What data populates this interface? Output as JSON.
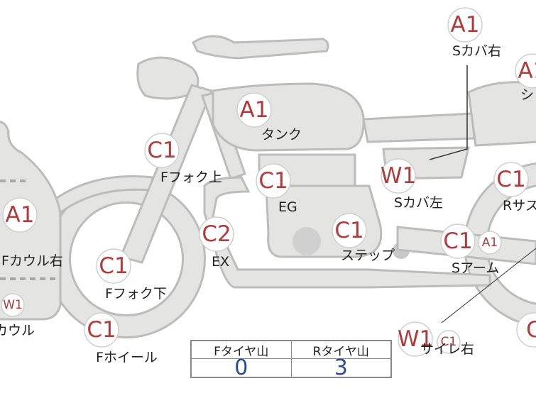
{
  "parts": [
    {
      "id": "tank",
      "grade": "A1",
      "label": "タンク"
    },
    {
      "id": "f-fork-upper",
      "grade": "C1",
      "label": "Fフォク上"
    },
    {
      "id": "eg",
      "grade": "C1",
      "label": "EG"
    },
    {
      "id": "s-cover-left",
      "grade": "W1",
      "label": "Sカバ左"
    },
    {
      "id": "s-cover-right",
      "grade": "A1",
      "label": "Sカバ右"
    },
    {
      "id": "seat",
      "grade": "A1",
      "label": "シ"
    },
    {
      "id": "r-suspension",
      "grade": "C1",
      "label": "Rサス"
    },
    {
      "id": "f-cowl-right",
      "grade": "A1",
      "label": "Fカウル右"
    },
    {
      "id": "ex",
      "grade": "C2",
      "label": "EX"
    },
    {
      "id": "step",
      "grade": "C1",
      "label": "ステップ"
    },
    {
      "id": "s-arm",
      "grade": "C1",
      "label": "Sアーム",
      "extra_grade": "A1"
    },
    {
      "id": "f-fork-lower",
      "grade": "C1",
      "label": "Fフォク下"
    },
    {
      "id": "f-cowl",
      "grade": "W1",
      "label": "カウル"
    },
    {
      "id": "f-wheel",
      "grade": "C1",
      "label": "Fホイール"
    },
    {
      "id": "silencer-right",
      "grade": "W1",
      "label": "サイレ右",
      "extra_grade": "C1"
    },
    {
      "id": "r-wheel",
      "grade": "C",
      "label": ""
    }
  ],
  "tire_table": {
    "headers": [
      "Fタイヤ山",
      "Rタイヤ山"
    ],
    "values": [
      "0",
      "3"
    ]
  }
}
